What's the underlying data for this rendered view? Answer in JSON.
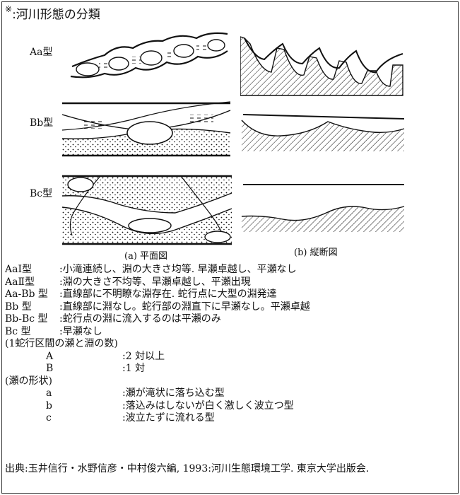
{
  "title": {
    "mark": "※",
    "text": ":河川形態の分類"
  },
  "rows": [
    {
      "label": "Aa型"
    },
    {
      "label": "Bb型"
    },
    {
      "label": "Bc型"
    }
  ],
  "captions": {
    "plan": "(a) 平面図",
    "profile": "(b) 縦断図"
  },
  "types": [
    {
      "code": "AaⅠ型",
      "desc": ":小滝連続し、淵の大きさ均等. 早瀬卓越し、平瀬なし"
    },
    {
      "code": "AaⅡ型",
      "desc": ":淵の大きさ不均等、早瀬卓越し、平瀬出現"
    },
    {
      "code": "Aa-Bb 型",
      "desc": ":直線部に不明瞭な淵存在. 蛇行点に大型の淵発達"
    },
    {
      "code": "Bb 型",
      "desc": ":直線部に淵なし。蛇行部の淵直下に早瀬なし。平瀬卓越"
    },
    {
      "code": "Bb-Bc 型",
      "desc": ":蛇行点の淵に流入するのは平瀬のみ"
    },
    {
      "code": "Bc 型",
      "desc": ":早瀬なし"
    }
  ],
  "count_heading": "(1蛇行区間の瀬と淵の数)",
  "counts": [
    {
      "code": "A",
      "desc": ":2 対以上"
    },
    {
      "code": "B",
      "desc": ":1 対"
    }
  ],
  "shape_heading": "(瀬の形状)",
  "shapes": [
    {
      "code": "a",
      "desc": ":瀬が滝状に落ち込む型"
    },
    {
      "code": "b",
      "desc": ":落込みはしないが白く激しく波立つ型"
    },
    {
      "code": "c",
      "desc": ":波立たずに流れる型"
    }
  ],
  "source": "出典:玉井信行・水野信彦・中村俊六編, 1993:河川生態環境工学. 東京大学出版会."
}
